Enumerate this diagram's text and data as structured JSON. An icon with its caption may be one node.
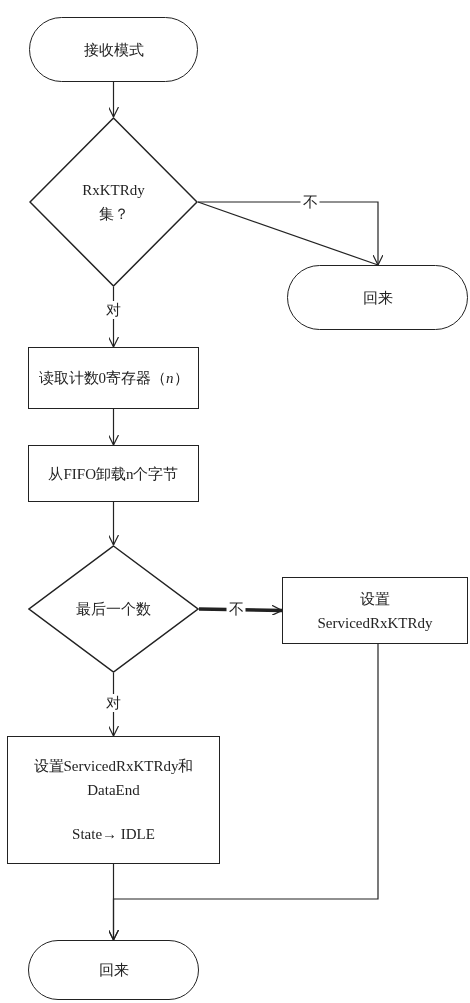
{
  "diagram": {
    "nodes": [
      {
        "text": [
          "接收模式"
        ]
      },
      {
        "text": [
          "RxKTRdy集？"
        ]
      },
      {
        "text": [
          "回来"
        ]
      },
      {
        "text": [
          "读取计数0寄存器（*n*）"
        ]
      },
      {
        "text": [
          "从FIFO卸载n个字节"
        ]
      },
      {
        "text": [
          "最后一个数"
        ]
      },
      {
        "text": [
          "设置ServicedRxKTRdy"
        ]
      },
      {
        "text": [
          "设置ServicedRxKTRdy和DataEnd",
          "State→ IDLE"
        ]
      },
      {
        "text": [
          "回来"
        ]
      }
    ],
    "edges": [
      {
        "from": 0,
        "to": 1,
        "arrow": "to"
      },
      {
        "from": 1,
        "to": 2,
        "arrow": "to",
        "label": "不"
      },
      {
        "from": 1,
        "to": 2,
        "arrow": "none"
      },
      {
        "from": 1,
        "to": 3,
        "arrow": "to",
        "label": "对"
      },
      {
        "from": 3,
        "to": 4,
        "arrow": "to"
      },
      {
        "from": 4,
        "to": 5,
        "arrow": "to"
      },
      {
        "from": 5,
        "to": 6,
        "arrow": "to",
        "label": "不",
        "style": "thick"
      },
      {
        "from": 5,
        "to": 7,
        "arrow": "to",
        "label": "对"
      },
      {
        "from": 7,
        "to": 8,
        "arrow": "to"
      },
      {
        "from": 6,
        "to": 8,
        "arrow": "to"
      }
    ]
  }
}
